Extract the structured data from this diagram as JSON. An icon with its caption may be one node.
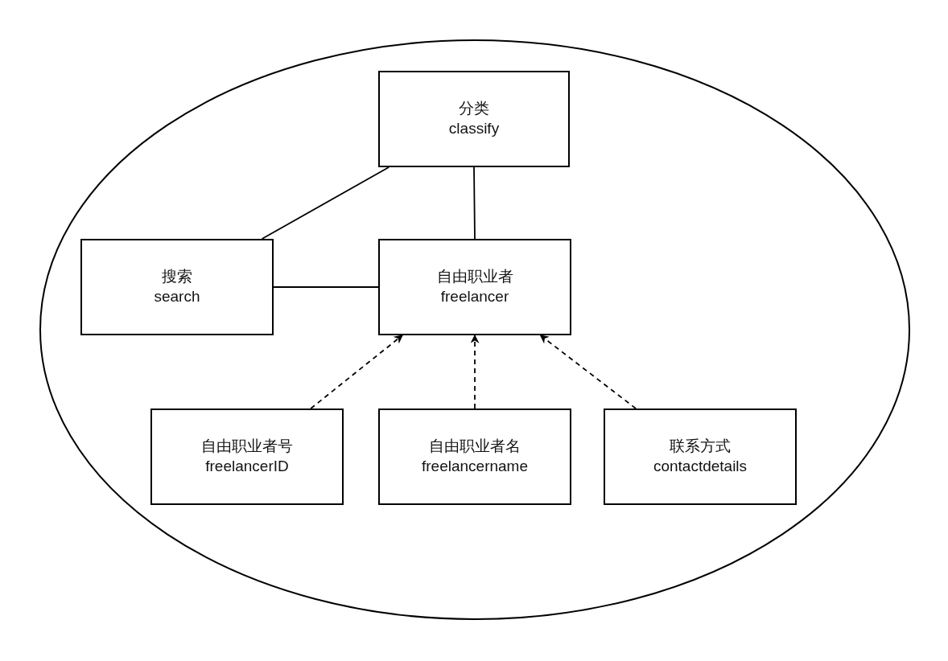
{
  "diagram": {
    "nodes": [
      {
        "text": [],
        "shape": "ellipse"
      },
      {
        "text": [
          "分类",
          "classify"
        ],
        "in": 0
      },
      {
        "text": [
          "搜索",
          "search"
        ],
        "in": 0
      },
      {
        "text": [
          "自由职业者",
          "freelancer"
        ],
        "in": 0
      },
      {
        "text": [
          "自由职业者号",
          "freelancerID"
        ],
        "in": 0
      },
      {
        "text": [
          "自由职业者名",
          "freelancername"
        ],
        "in": 0
      },
      {
        "text": [
          "联系方式",
          "contactdetails"
        ],
        "in": 0
      }
    ],
    "edges": [
      {
        "from": 1,
        "to": 2,
        "arrow": "none"
      },
      {
        "from": 1,
        "to": 3,
        "arrow": "none"
      },
      {
        "from": 2,
        "to": 3,
        "arrow": "none"
      },
      {
        "from": 4,
        "to": 3,
        "arrow": "to",
        "style": "dashed"
      },
      {
        "from": 5,
        "to": 3,
        "arrow": "to",
        "style": "dashed"
      },
      {
        "from": 6,
        "to": 3,
        "arrow": "to",
        "style": "dashed"
      }
    ]
  }
}
